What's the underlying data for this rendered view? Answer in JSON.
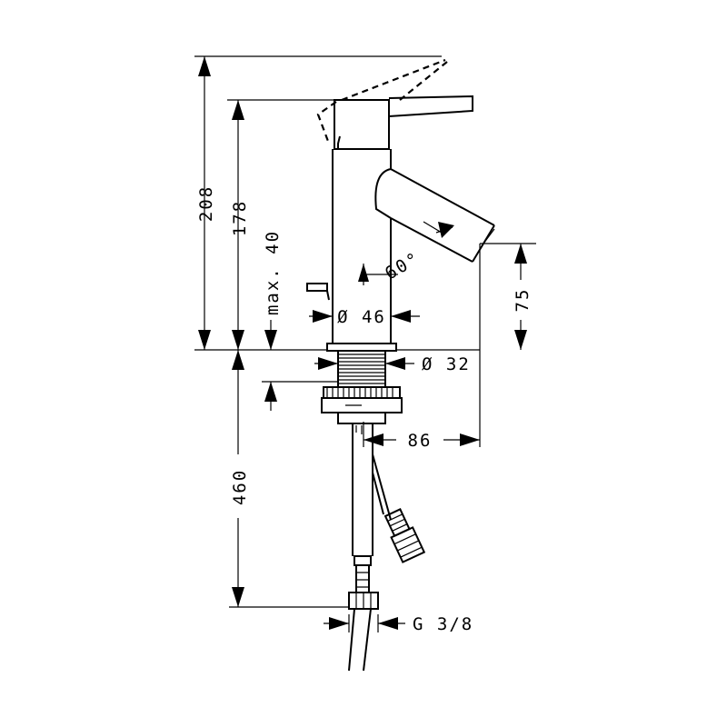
{
  "dimensions": {
    "height_total": "208",
    "height_body": "178",
    "max_rod": "max. 40",
    "base_diameter": "Ø 46",
    "angle": "60°",
    "spout_height": "75",
    "shank_diameter": "Ø 32",
    "spout_reach": "86",
    "hose_length": "460",
    "thread": "G 3/8"
  },
  "colors": {
    "line": "#000000",
    "background": "#ffffff"
  }
}
